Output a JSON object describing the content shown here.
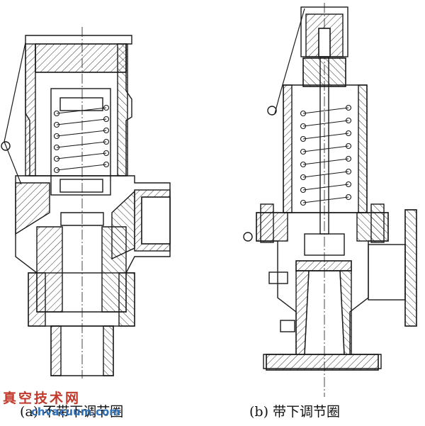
{
  "captions": {
    "a": "(a)   不带下调节圈",
    "b": "(b)   带下调节圈"
  },
  "watermark": {
    "line1": "真空技术网",
    "line2": "chvacuum.com",
    "color1": "#c0392b",
    "color2": "#2e6fb5"
  },
  "colors": {
    "ink": "#1a1a1a",
    "background": "#ffffff"
  }
}
